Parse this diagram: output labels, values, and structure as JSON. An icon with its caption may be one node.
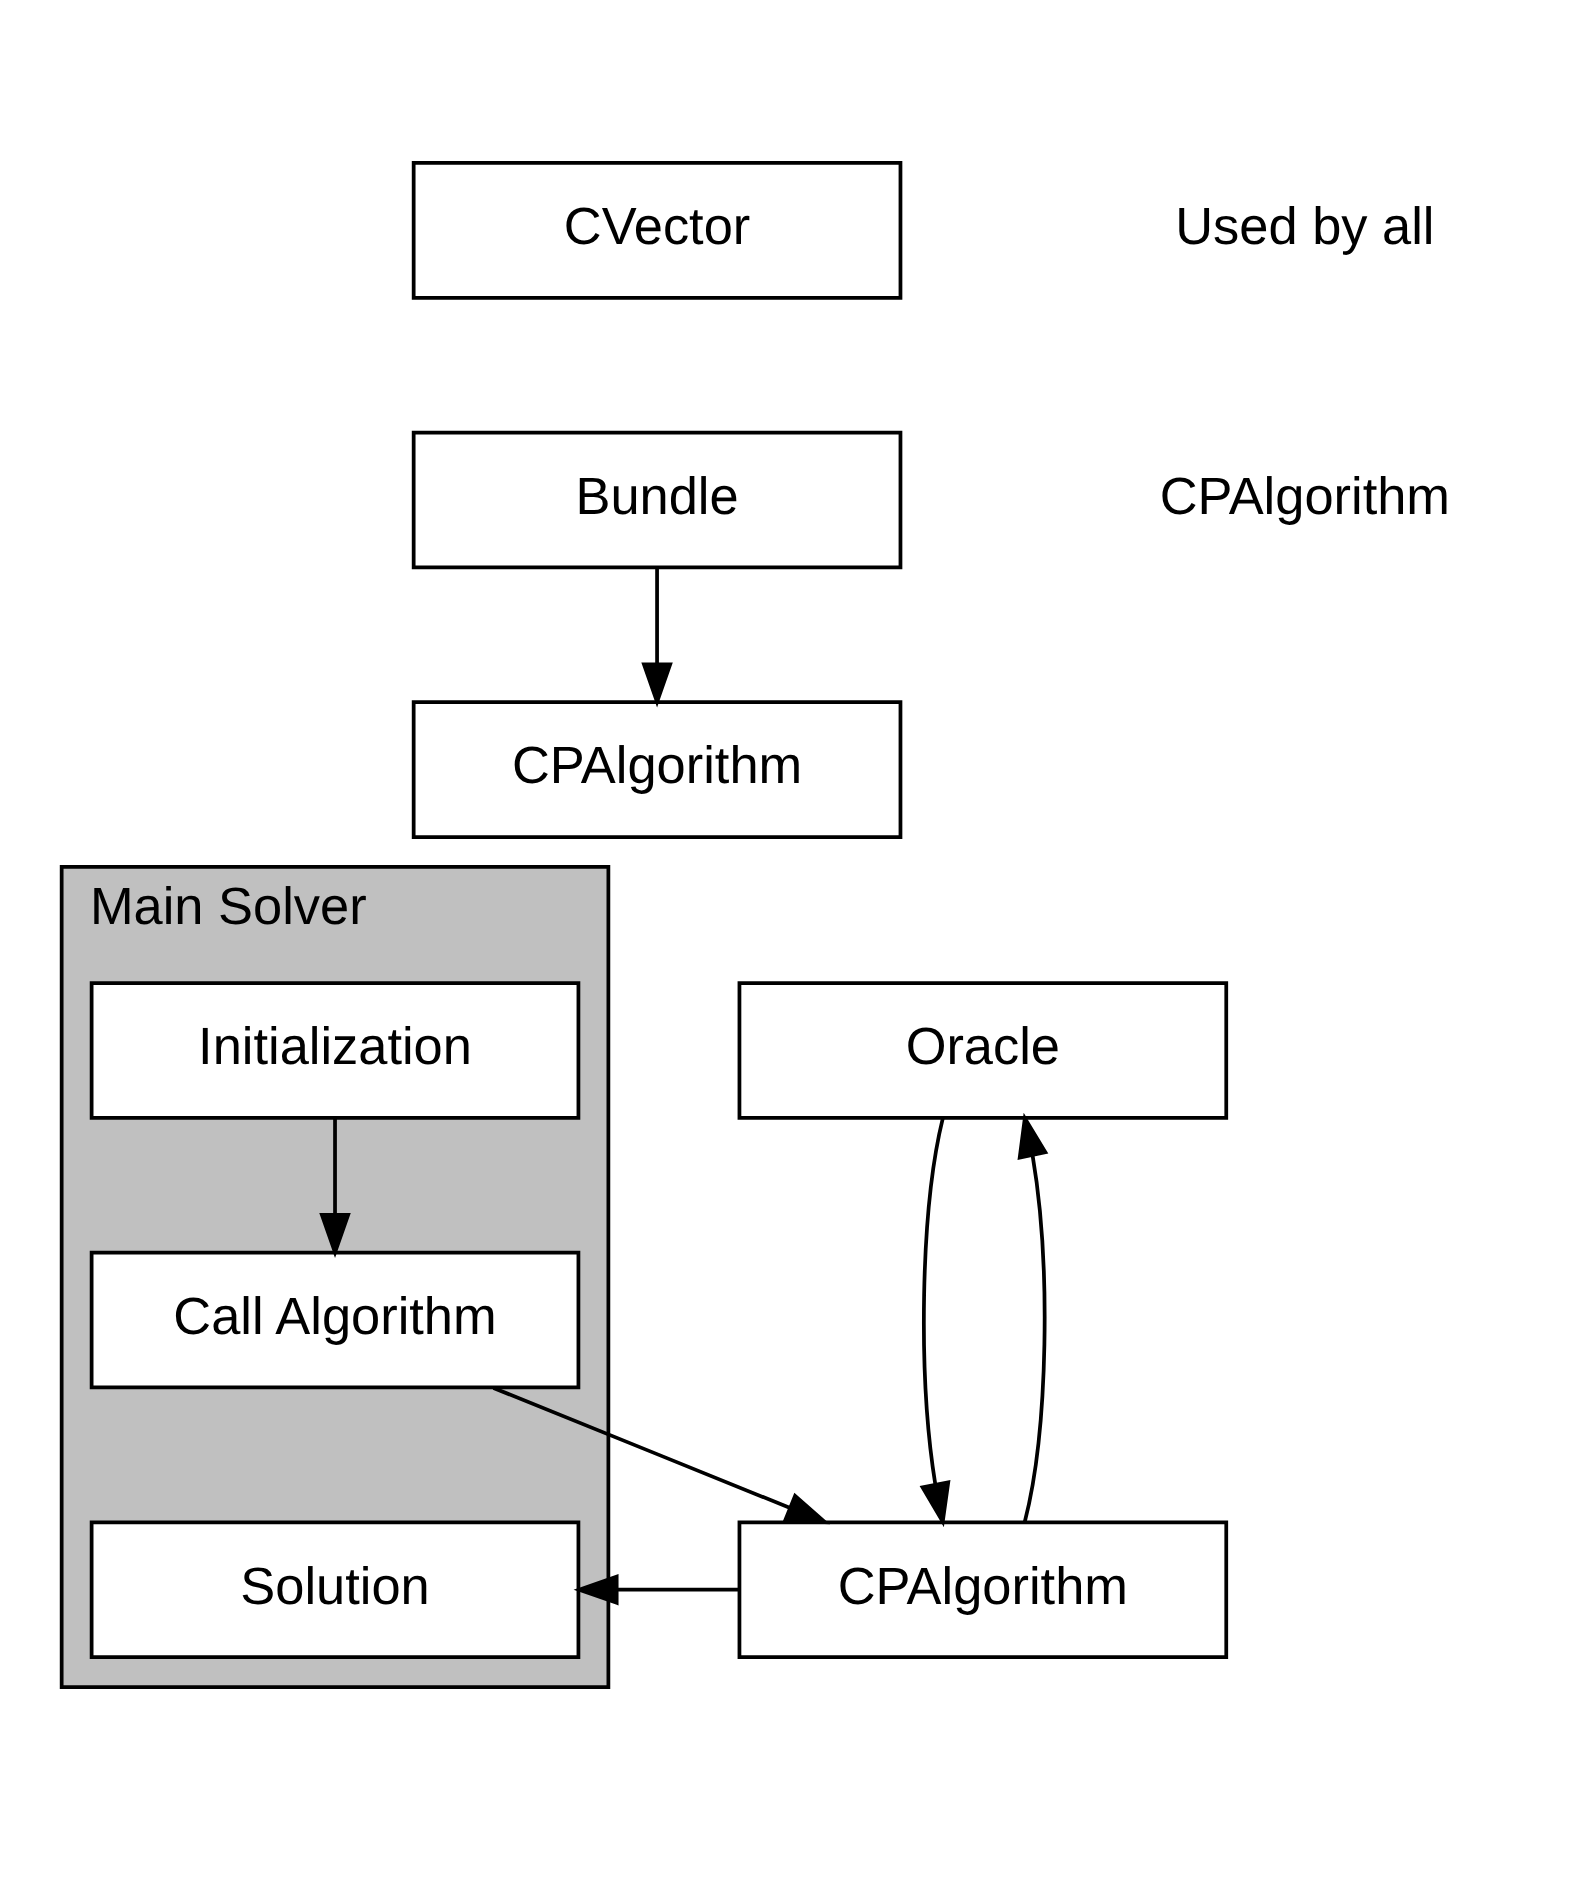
{
  "diagram": {
    "nodes": [
      {
        "text": [
          "CVector"
        ]
      },
      {
        "text": [
          "Bundle"
        ]
      },
      {
        "text": [
          "CPAlgorithm"
        ]
      },
      {
        "text": [
          "Main Solver"
        ]
      },
      {
        "text": [
          "Initialization"
        ],
        "in": 3
      },
      {
        "text": [
          "Call Algorithm"
        ],
        "in": 3
      },
      {
        "text": [
          "Solution"
        ],
        "in": 3
      },
      {
        "text": [
          "Oracle"
        ]
      },
      {
        "text": [
          "CPAlgorithm"
        ]
      }
    ],
    "edges": [
      {
        "from": 1,
        "to": 2,
        "arrow": "to"
      },
      {
        "from": 4,
        "to": 5,
        "arrow": "to"
      },
      {
        "from": 5,
        "to": 8,
        "arrow": "to"
      },
      {
        "from": 8,
        "to": 7,
        "arrow": "to"
      },
      {
        "from": 7,
        "to": 8,
        "arrow": "to"
      },
      {
        "from": 8,
        "to": 6,
        "arrow": "to"
      }
    ],
    "labels": [
      "Used by all",
      "CPAlgorithm"
    ]
  }
}
